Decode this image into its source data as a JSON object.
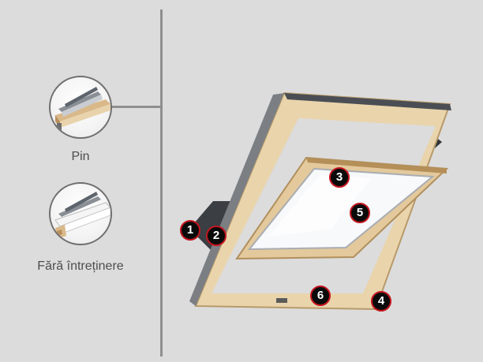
{
  "options": [
    {
      "label": "Pin",
      "icon": "pine-frame-profile-icon"
    },
    {
      "label": "Fără întreținere",
      "icon": "maintenance-free-frame-profile-icon"
    }
  ],
  "markers": [
    "1",
    "2",
    "3",
    "4",
    "5",
    "6"
  ],
  "colors": {
    "marker_fill": "#0a0a0a",
    "marker_ring": "#c3151f",
    "wood": "#e6cfa4",
    "background": "#dcdcdc"
  }
}
